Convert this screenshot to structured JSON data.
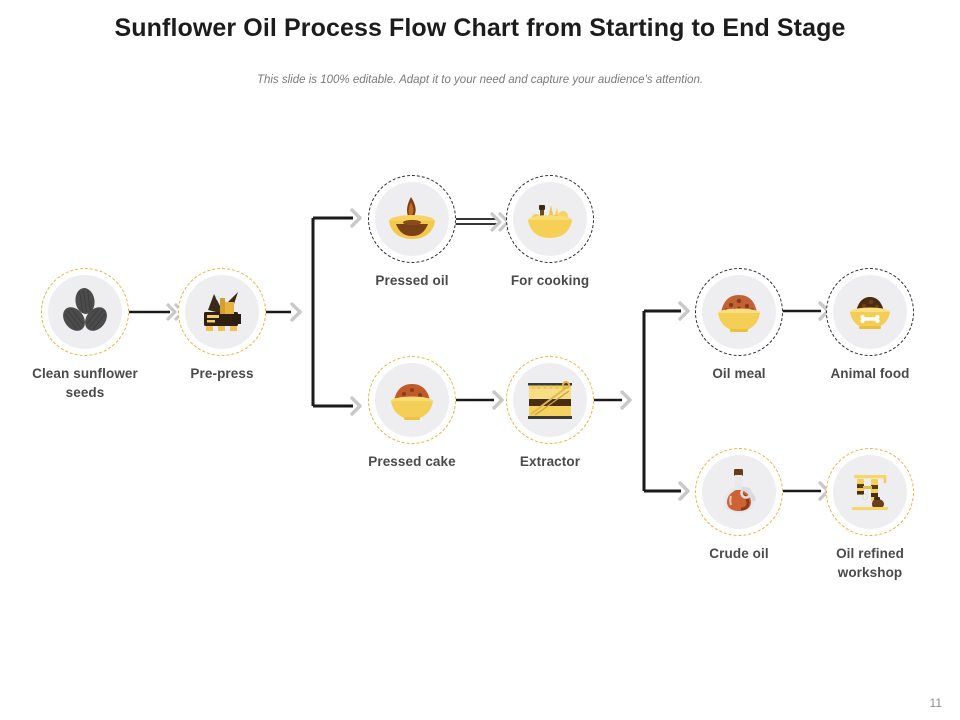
{
  "slide": {
    "title": "Sunflower Oil Process Flow Chart from Starting to End Stage",
    "subtitle": "This slide is 100% editable. Adapt it to your need and capture your audience's attention.",
    "page_number": "11",
    "accent_color": "#e8b33c",
    "dark_ring_color": "#2a2a2a",
    "label_color": "#4a4a4a",
    "arrow_line_color": "#1a1a1a",
    "arrow_head_color": "#c9c9c9"
  },
  "nodes": [
    {
      "id": "clean-sunflower-seeds",
      "label": "Clean sunflower seeds",
      "icon": "sunflower-seeds-icon",
      "ring": "accent"
    },
    {
      "id": "pre-press",
      "label": "Pre-press",
      "icon": "pre-press-machine-icon",
      "ring": "accent"
    },
    {
      "id": "pressed-oil",
      "label": "Pressed oil",
      "icon": "oil-lamp-icon",
      "ring": "dark"
    },
    {
      "id": "for-cooking",
      "label": "For cooking",
      "icon": "cooking-bowl-icon",
      "ring": "dark"
    },
    {
      "id": "pressed-cake",
      "label": "Pressed cake",
      "icon": "pressed-cake-bowl-icon",
      "ring": "accent"
    },
    {
      "id": "extractor",
      "label": "Extractor",
      "icon": "extractor-tank-icon",
      "ring": "accent"
    },
    {
      "id": "oil-meal",
      "label": "Oil meal",
      "icon": "oil-meal-bowl-icon",
      "ring": "dark"
    },
    {
      "id": "animal-food",
      "label": "Animal food",
      "icon": "animal-food-dish-icon",
      "ring": "dark"
    },
    {
      "id": "crude-oil",
      "label": "Crude oil",
      "icon": "oil-bottle-icon",
      "ring": "accent"
    },
    {
      "id": "oil-refined-workshop",
      "label": "Oil refined workshop",
      "icon": "refinery-workshop-icon",
      "ring": "accent"
    }
  ],
  "connectors": [
    {
      "id": "seeds-to-prepress",
      "from": "clean-sunflower-seeds",
      "to": "pre-press",
      "style": "triple-chevron"
    },
    {
      "id": "prepress-to-split",
      "from": "pre-press",
      "to": "split-left",
      "style": "single-chevron"
    },
    {
      "id": "split-to-pressed-oil",
      "from": "split-left",
      "to": "pressed-oil",
      "style": "single-chevron"
    },
    {
      "id": "split-to-pressed-cake",
      "from": "split-left",
      "to": "pressed-cake",
      "style": "single-chevron"
    },
    {
      "id": "pressedoil-to-cooking",
      "from": "pressed-oil",
      "to": "for-cooking",
      "style": "double-line-triple-chevron"
    },
    {
      "id": "pressedcake-to-extractor",
      "from": "pressed-cake",
      "to": "extractor",
      "style": "single-chevron"
    },
    {
      "id": "extractor-to-split",
      "from": "extractor",
      "to": "split-right",
      "style": "single-chevron"
    },
    {
      "id": "split-to-oil-meal",
      "from": "split-right",
      "to": "oil-meal",
      "style": "single-chevron"
    },
    {
      "id": "split-to-crude-oil",
      "from": "split-right",
      "to": "crude-oil",
      "style": "single-chevron"
    },
    {
      "id": "oilmeal-to-animalfood",
      "from": "oil-meal",
      "to": "animal-food",
      "style": "single-chevron"
    },
    {
      "id": "crudeoil-to-refinery",
      "from": "crude-oil",
      "to": "oil-refined-workshop",
      "style": "single-chevron"
    }
  ]
}
